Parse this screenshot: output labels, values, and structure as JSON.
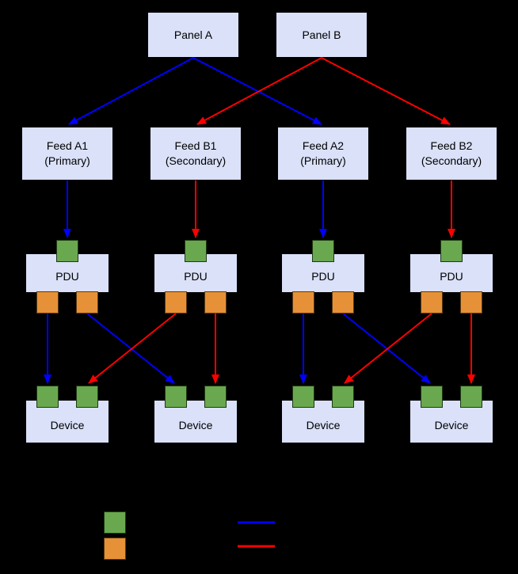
{
  "colors": {
    "background": "#000000",
    "node_fill": "#dae1f8",
    "node_border": "#000000",
    "input_port_green": "#6aa84f",
    "output_port_orange": "#e69138",
    "primary_path_blue": "#0000ff",
    "secondary_path_red": "#ff0000"
  },
  "nodes": {
    "panels": [
      {
        "label": "Panel A"
      },
      {
        "label": "Panel B"
      }
    ],
    "feeds": [
      {
        "name": "Feed A1",
        "role": "(Primary)"
      },
      {
        "name": "Feed B1",
        "role": "(Secondary)"
      },
      {
        "name": "Feed A2",
        "role": "(Primary)"
      },
      {
        "name": "Feed B2",
        "role": "(Secondary)"
      }
    ],
    "pdus": [
      {
        "label": "PDU"
      },
      {
        "label": "PDU"
      },
      {
        "label": "PDU"
      },
      {
        "label": "PDU"
      }
    ],
    "devices": [
      {
        "label": "Device"
      },
      {
        "label": "Device"
      },
      {
        "label": "Device"
      },
      {
        "label": "Device"
      }
    ]
  },
  "legend": {
    "swatches": [
      "input-port-green",
      "output-port-orange"
    ],
    "lines": [
      "primary-path-blue",
      "secondary-path-red"
    ]
  }
}
